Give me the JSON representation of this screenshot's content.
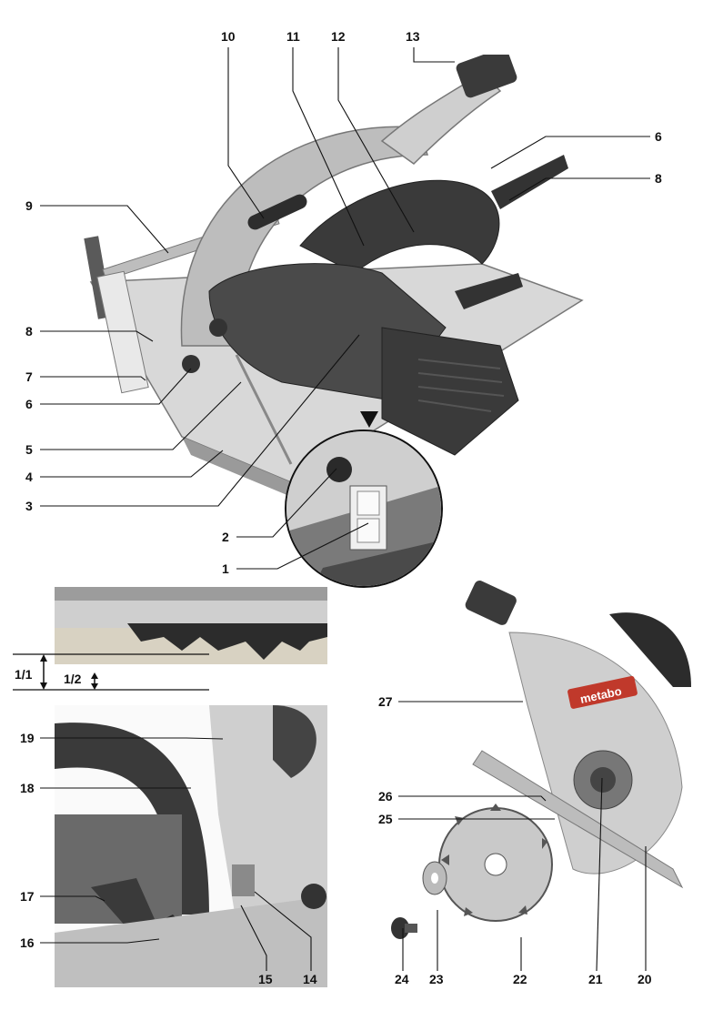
{
  "figure_top": {
    "callouts": [
      "10",
      "11",
      "12",
      "13",
      "6",
      "8",
      "9",
      "8",
      "7",
      "6",
      "5",
      "4",
      "3",
      "2",
      "1"
    ]
  },
  "figure_blade_depth": {
    "marks": [
      "1/1",
      "1/2"
    ]
  },
  "figure_bottom_left": {
    "callouts": [
      "19",
      "18",
      "17",
      "16",
      "15",
      "14"
    ]
  },
  "figure_bottom_right": {
    "brand_logo": "metabo",
    "callouts": [
      "27",
      "26",
      "25",
      "24",
      "23",
      "22",
      "21",
      "20"
    ]
  },
  "colors": {
    "ink": "#111111",
    "housing_dark": "#3a3a3a",
    "housing_light": "#cfcfcf",
    "blade_guard": "#b9b9b9",
    "brand_red": "#c0392b"
  }
}
